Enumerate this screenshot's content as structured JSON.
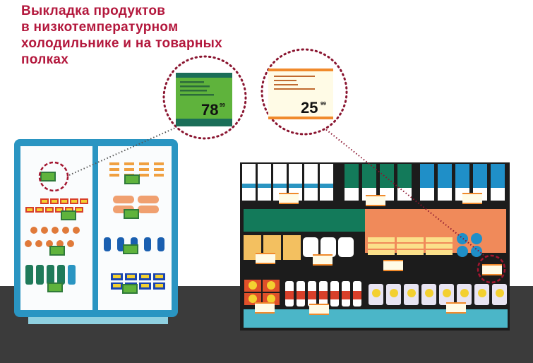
{
  "title": {
    "lines": [
      "Выкладка продуктов",
      "в низкотемпературном",
      "холодильнике и на товарных",
      "полках"
    ]
  },
  "callouts": [
    {
      "name": "freezer-price-tag",
      "price_main": "78",
      "price_cents": "99",
      "color": "#3a9a3a"
    },
    {
      "name": "shelf-price-tag",
      "price_main": "25",
      "price_cents": "99",
      "color": "#f08a2c"
    }
  ],
  "colors": {
    "title": "#b3173c",
    "fridge": "#2a95c2",
    "floor": "#3a3a3a",
    "shelf": "#1c1c1c",
    "dotted": "#8a1530"
  }
}
